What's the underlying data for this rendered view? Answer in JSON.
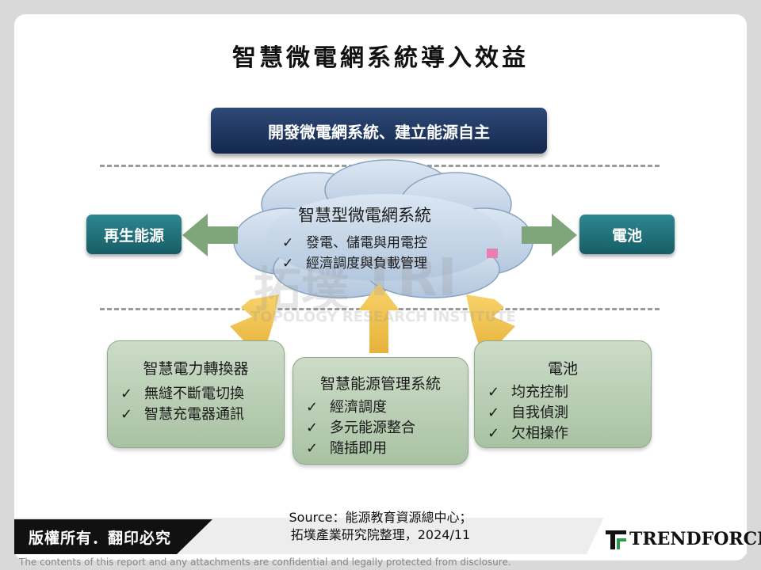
{
  "title": "智慧微電網系統導入效益",
  "banner": "開發微電網系統、建立能源自主",
  "cloud": {
    "title": "智慧型微電網系統",
    "items": [
      "發電、儲電與用電控",
      "經濟調度與負載管理"
    ]
  },
  "left_box": "再生能源",
  "right_box": "電池",
  "watermark": {
    "zh": "拓墣",
    "en": "TOPOLOGY RESEARCH INSTITUTE",
    "mark": "TRI"
  },
  "check_mark": "✓",
  "boxes": [
    {
      "title": "智慧電力轉換器",
      "items": [
        "無縫不斷電切換",
        "智慧充電器通訊"
      ]
    },
    {
      "title": "智慧能源管理系統",
      "items": [
        "經濟調度",
        "多元能源整合",
        "隨插即用"
      ]
    },
    {
      "title": "電池",
      "items": [
        "均充控制",
        "自我偵測",
        "欠相操作"
      ]
    }
  ],
  "source_line1": "Source：能源教育資源總中心；",
  "source_line2": "拓墣產業研究院整理，2024/11",
  "copyright": "版權所有．翻印必究",
  "logo": "TRENDFORCE",
  "disclaimer": "The contents of this report and any attachments are confidential and legally protected from disclosure.",
  "colors": {
    "banner": "#1e3560",
    "teal": "#1f707a",
    "arrow_green": "#7fa57a",
    "arrow_gold": "#f2c14e",
    "box_green": "#b8cdb3",
    "cloud": "#c3d3e6"
  }
}
